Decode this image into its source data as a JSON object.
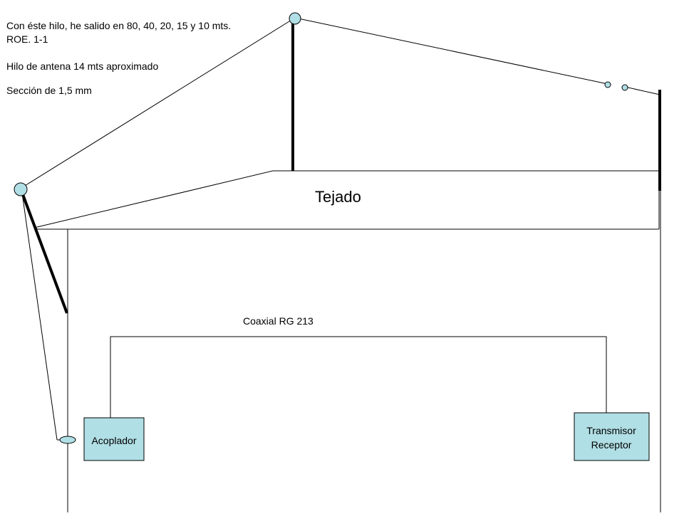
{
  "notes": {
    "line1": "Con éste hilo, he salido en 80, 40, 20, 15 y 10 mts.",
    "line2": "ROE.  1-1",
    "line3": "Hilo de antena 14 mts aproximado",
    "line4": "Sección de 1,5 mm"
  },
  "roof_label": "Tejado",
  "coax_label": "Coaxial RG 213",
  "coupler_label": "Acoplador",
  "transceiver": {
    "line1": "Transmisor",
    "line2": "Receptor"
  },
  "colors": {
    "box_fill": "#b0dfe5",
    "insulator_fill": "#b0dfe5",
    "stroke": "#000000"
  }
}
